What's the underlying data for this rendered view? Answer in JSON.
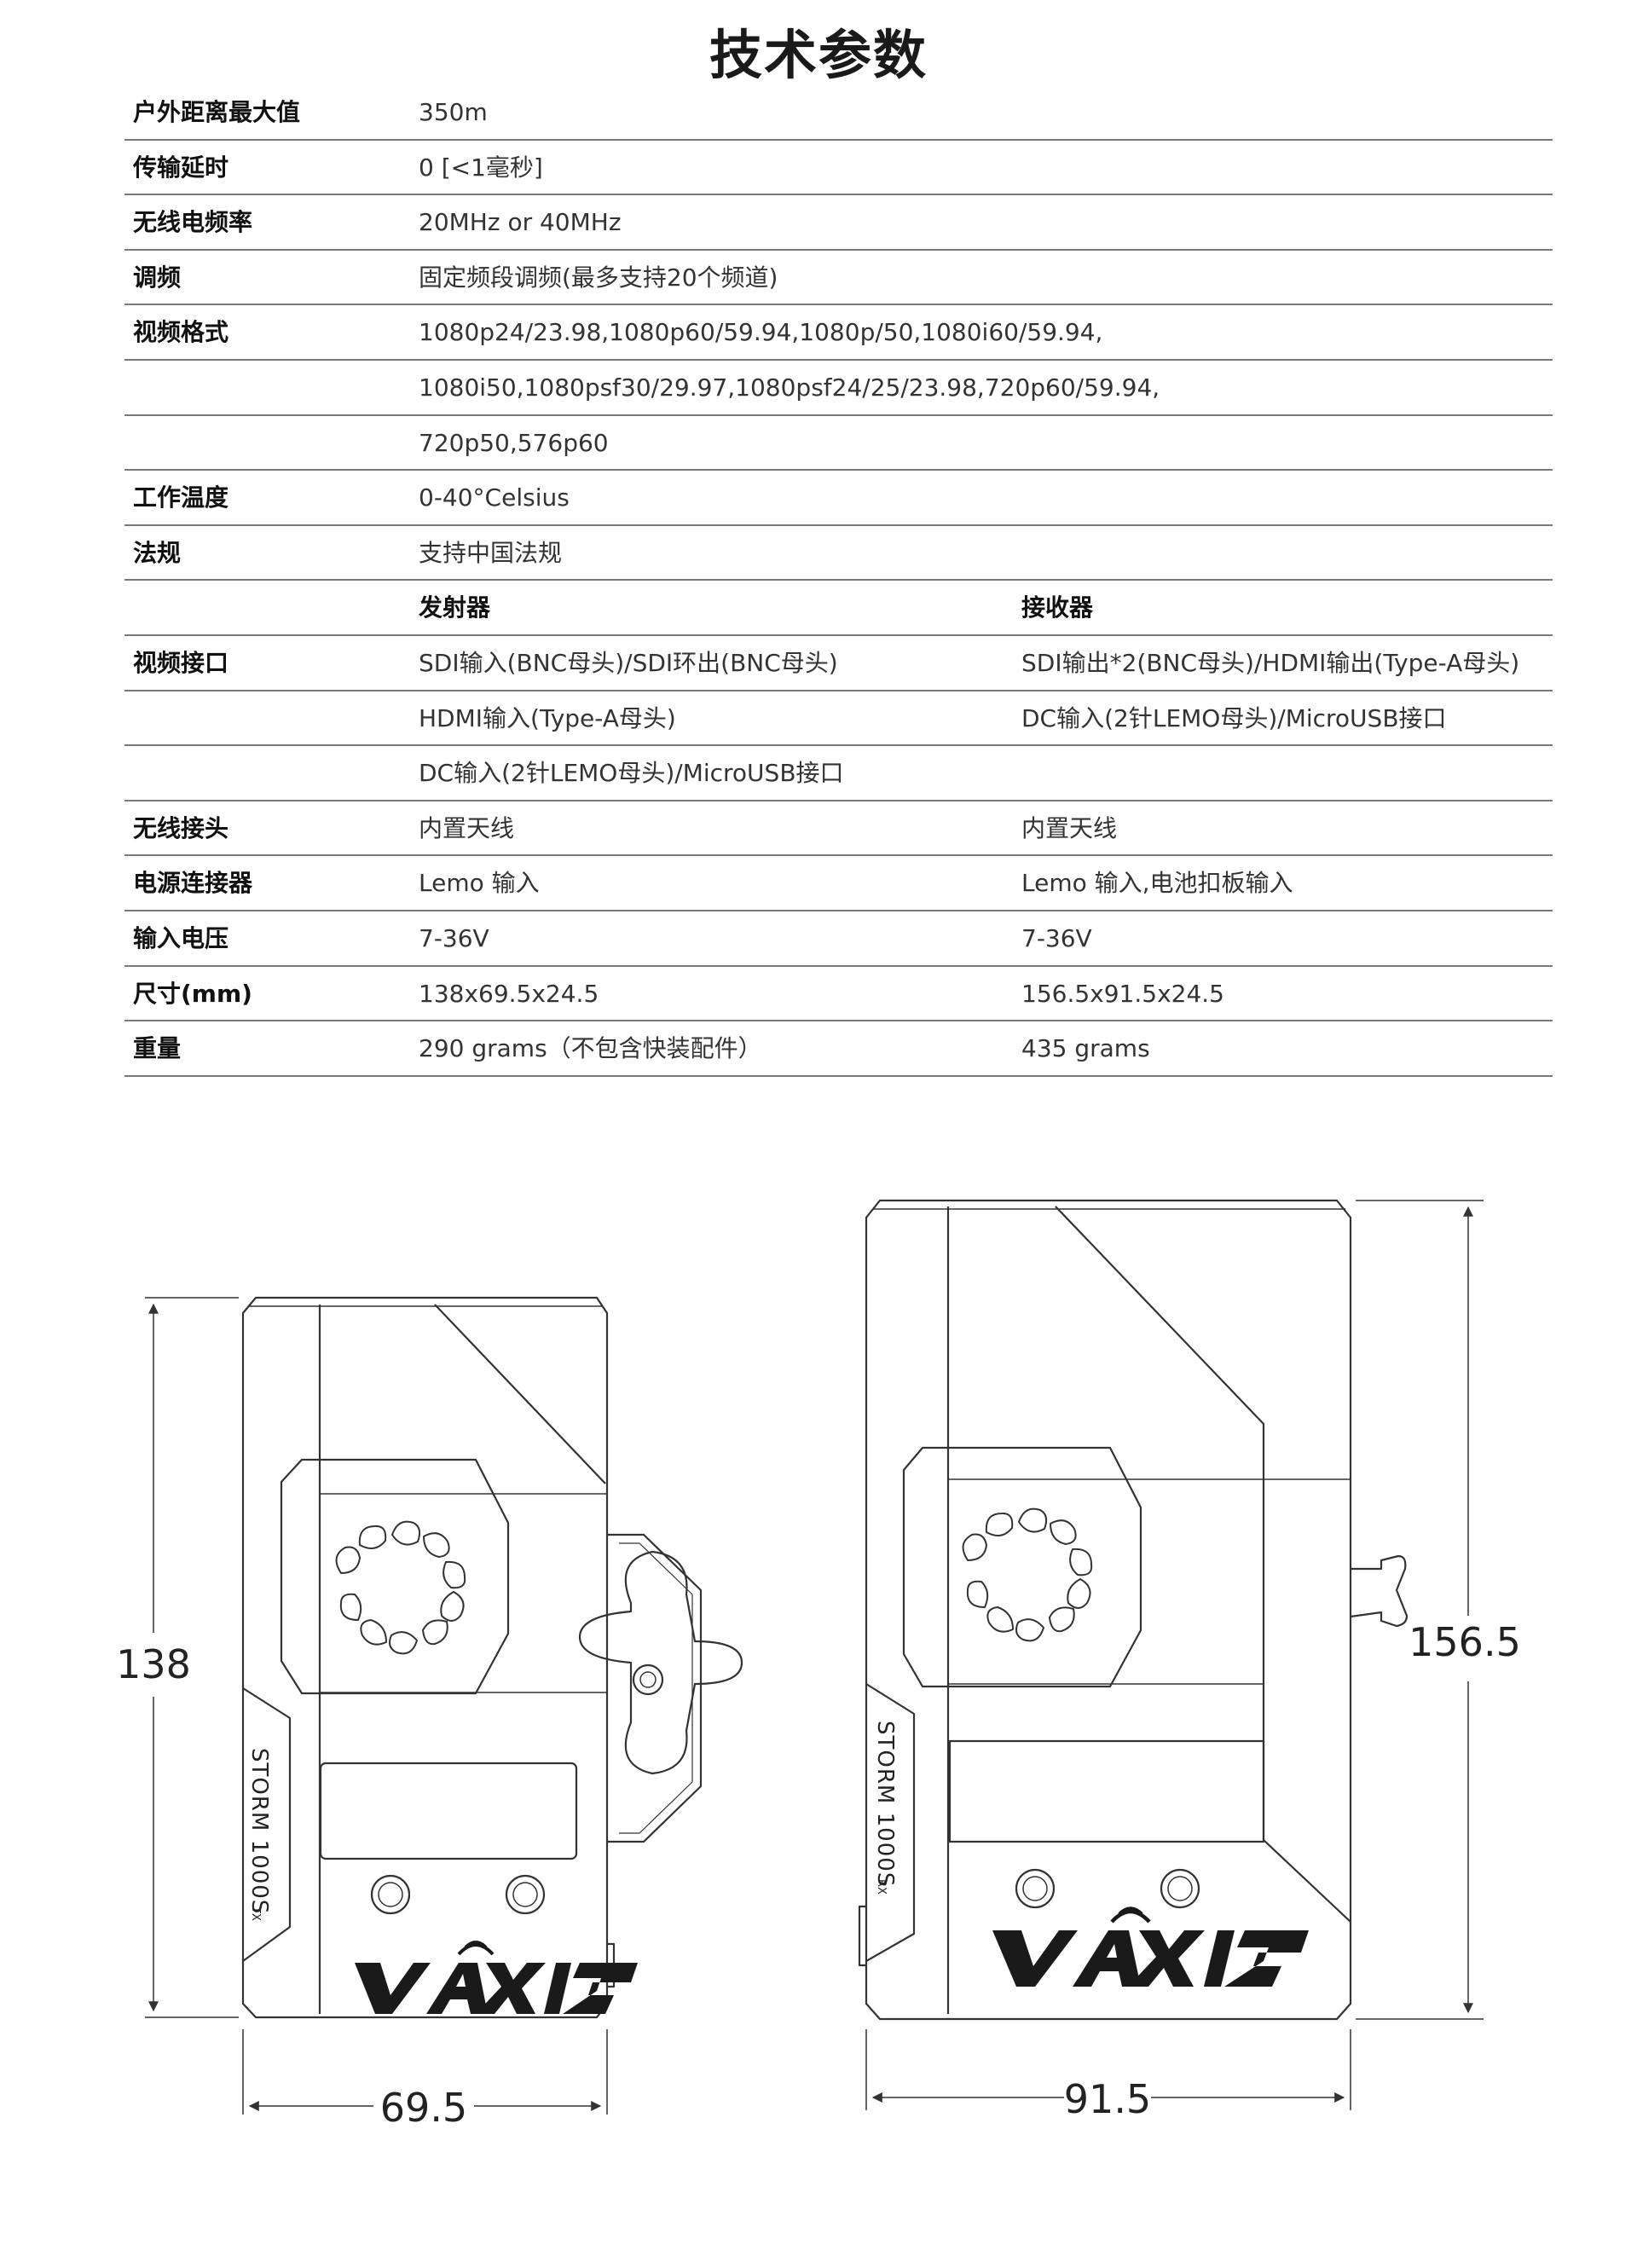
{
  "title": "技术参数",
  "specs": [
    {
      "label": "户外距离最大值",
      "v1": "350m",
      "v2": ""
    },
    {
      "label": "传输延时",
      "v1": "0 [<1毫秒]",
      "v2": ""
    },
    {
      "label": "无线电频率",
      "v1": "20MHz or 40MHz",
      "v2": ""
    },
    {
      "label": "调频",
      "v1": "固定频段调频(最多支持20个频道)",
      "v2": ""
    },
    {
      "label": "视频格式",
      "v1": "1080p24/23.98,1080p60/59.94,1080p/50,1080i60/59.94,",
      "v2": ""
    },
    {
      "label": "",
      "v1": "1080i50,1080psf30/29.97,1080psf24/25/23.98,720p60/59.94,",
      "v2": ""
    },
    {
      "label": "",
      "v1": "720p50,576p60",
      "v2": ""
    },
    {
      "label": "工作温度",
      "v1": "0-40°Celsius",
      "v2": ""
    },
    {
      "label": "法规",
      "v1": "支持中国法规",
      "v2": ""
    },
    {
      "label": "",
      "v1": "发射器",
      "v2": "接收器",
      "header": true
    },
    {
      "label": "视频接口",
      "v1": "SDI输入(BNC母头)/SDI环出(BNC母头)",
      "v2": "SDI输出*2(BNC母头)/HDMI输出(Type-A母头)"
    },
    {
      "label": "",
      "v1": "HDMI输入(Type-A母头)",
      "v2": "DC输入(2针LEMO母头)/MicroUSB接口"
    },
    {
      "label": "",
      "v1": "DC输入(2针LEMO母头)/MicroUSB接口",
      "v2": ""
    },
    {
      "label": "无线接头",
      "v1": "内置天线",
      "v2": "内置天线"
    },
    {
      "label": "电源连接器",
      "v1": "Lemo 输入",
      "v2": "Lemo 输入,电池扣板输入"
    },
    {
      "label": "输入电压",
      "v1": "7-36V",
      "v2": "7-36V"
    },
    {
      "label": "尺寸(mm)",
      "v1": "138x69.5x24.5",
      "v2": "156.5x91.5x24.5"
    },
    {
      "label": "重量",
      "v1": "290 grams（不包含快装配件）",
      "v2": "435 grams"
    }
  ],
  "drawing": {
    "tx": {
      "height_label": "138",
      "width_label": "69.5",
      "model_label": "STORM 1000S",
      "model_suffix": "TX",
      "logo_text": "VAXIS"
    },
    "rx": {
      "height_label": "156.5",
      "width_label": "91.5",
      "model_label": "STORM 1000S",
      "model_suffix": "RX",
      "logo_text": "VAXIS"
    },
    "line_color": "#333333"
  }
}
